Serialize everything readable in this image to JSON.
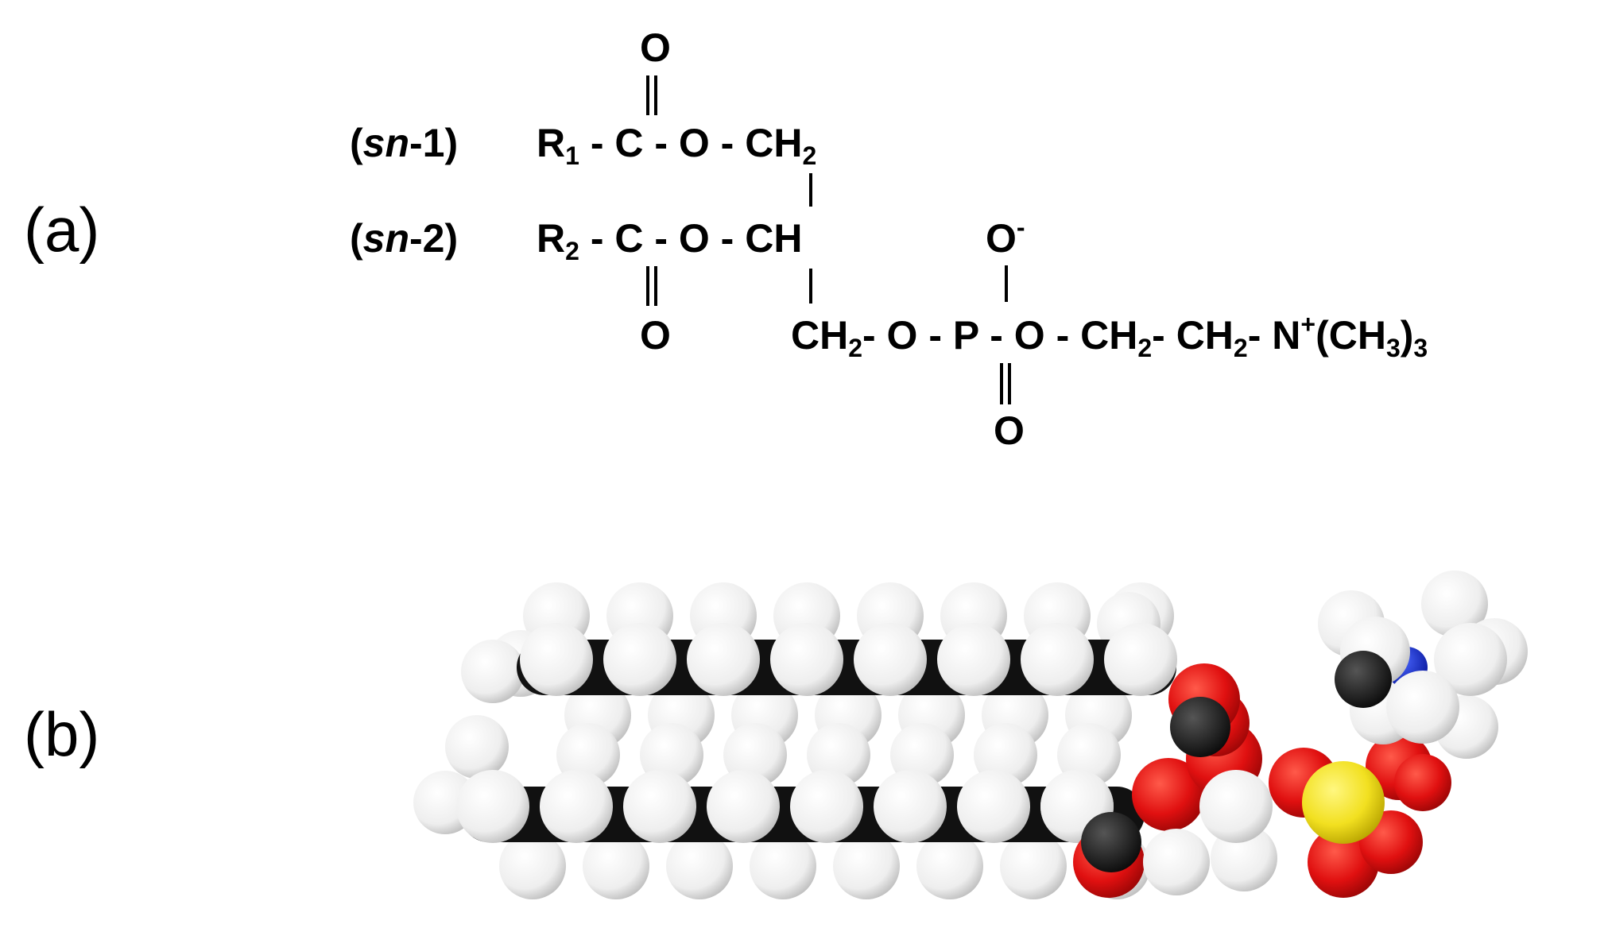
{
  "labels": {
    "panel_a": "(a)",
    "panel_b": "(b)"
  },
  "structure": {
    "sn1_label": "(sn-1)",
    "sn1_label_pre": "(",
    "sn1_label_italic": "sn",
    "sn1_label_post": "-1)",
    "sn2_label_pre": "(",
    "sn2_label_italic": "sn",
    "sn2_label_post": "-2)",
    "r1": "R",
    "r1_sub": "1",
    "r2": "R",
    "r2_sub": "2",
    "row1_chain": "- C - O - CH",
    "row1_sub": "2",
    "row2_chain": "- C - O - CH",
    "top_oxygen": "O",
    "bottom_oxygen": "O",
    "phosphate_o_minus": "O",
    "phosphate_o_minus_charge": "-",
    "row3_ch2": "CH",
    "row3_ch2_sub": "2",
    "row3_o": "- O -",
    "row3_p": "P",
    "row3_o2": "- O - CH",
    "row3_sub2": "2",
    "row3_ch2b": "- CH",
    "row3_sub3": "2",
    "row3_n": "- N",
    "row3_n_charge": "+",
    "row3_ch3": "(CH",
    "row3_ch3_sub": "3",
    "row3_close": ")",
    "row3_close_sub": "3",
    "phosphate_bottom_oxygen": "O"
  },
  "model_colors": {
    "hydrogen": "#f4f4f4",
    "carbon": "#1a1a1a",
    "oxygen": "#e01010",
    "phosphorus": "#f2e020",
    "nitrogen": "#1428d8"
  }
}
